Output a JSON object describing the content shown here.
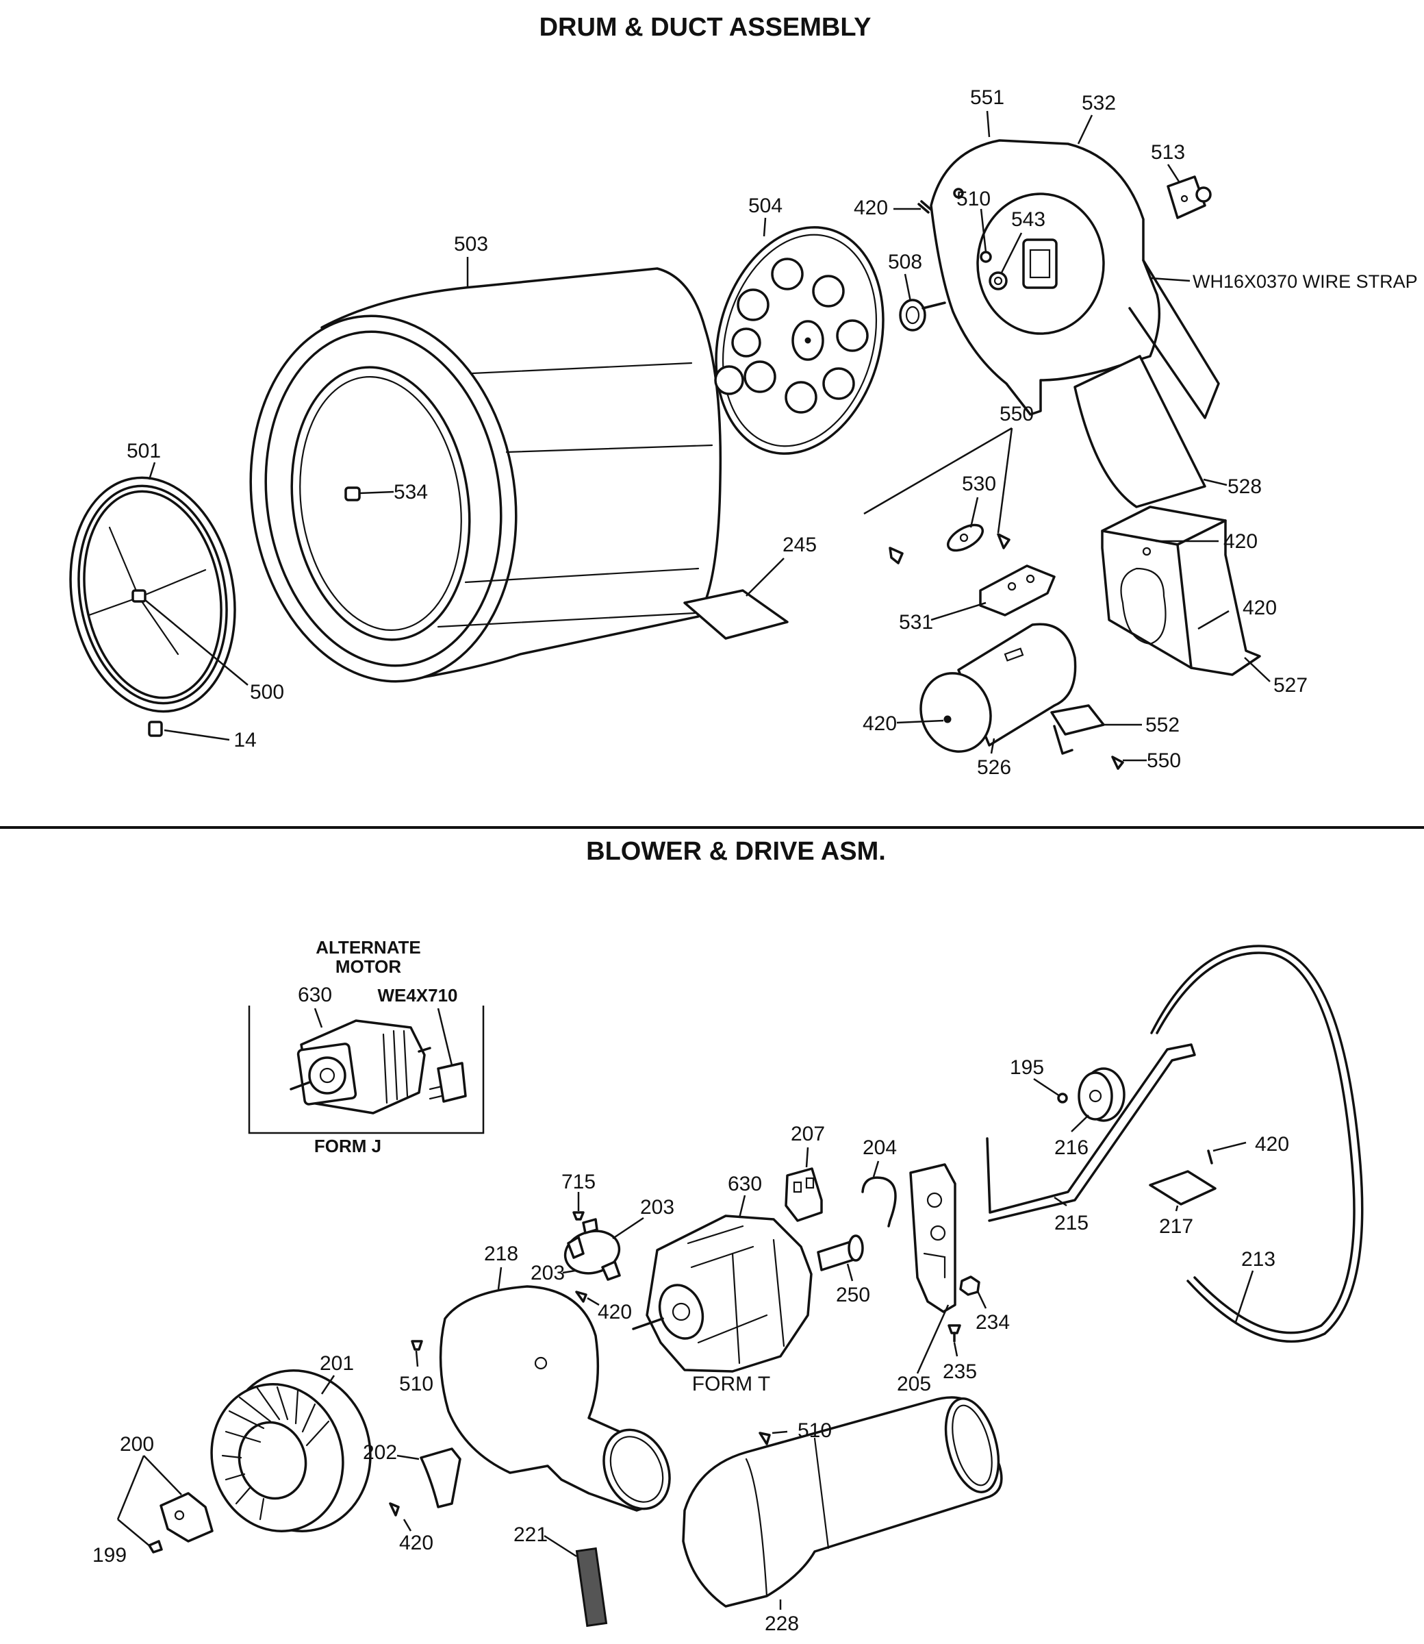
{
  "sections": {
    "drum": {
      "title": "DRUM & DUCT ASSEMBLY",
      "callouts": {
        "c501": "501",
        "c500": "500",
        "c14": "14",
        "c503": "503",
        "c534": "534",
        "c504": "504",
        "c508": "508",
        "c420a": "420",
        "c510a": "510",
        "c543": "543",
        "c551": "551",
        "c532": "532",
        "c513": "513",
        "c_strap": "WH16X0370 WIRE STRAP",
        "c528": "528",
        "c550a": "550",
        "c530": "530",
        "c245": "245",
        "c531": "531",
        "c420b": "420",
        "c420c": "420",
        "c527": "527",
        "c420d": "420",
        "c526": "526",
        "c552": "552",
        "c550b": "550"
      }
    },
    "blower": {
      "title": "BLOWER & DRIVE ASM.",
      "alternate_motor": {
        "title_line1": "ALTERNATE",
        "title_line2": "MOTOR",
        "c630": "630",
        "c_we": "WE4X710",
        "form": "FORM J"
      },
      "callouts": {
        "c195": "195",
        "c216": "216",
        "c420a": "420",
        "c215": "215",
        "c217": "217",
        "c213": "213",
        "c207": "207",
        "c204": "204",
        "c715": "715",
        "c203a": "203",
        "c630": "630",
        "c203b": "203",
        "c420b": "420",
        "c250": "250",
        "c218": "218",
        "c234": "234",
        "c205": "205",
        "c235": "235",
        "c_formt": "FORM T",
        "c510a": "510",
        "c201": "201",
        "c200": "200",
        "c202": "202",
        "c510b": "510",
        "c199": "199",
        "c420c": "420",
        "c221": "221",
        "c228": "228"
      }
    }
  }
}
